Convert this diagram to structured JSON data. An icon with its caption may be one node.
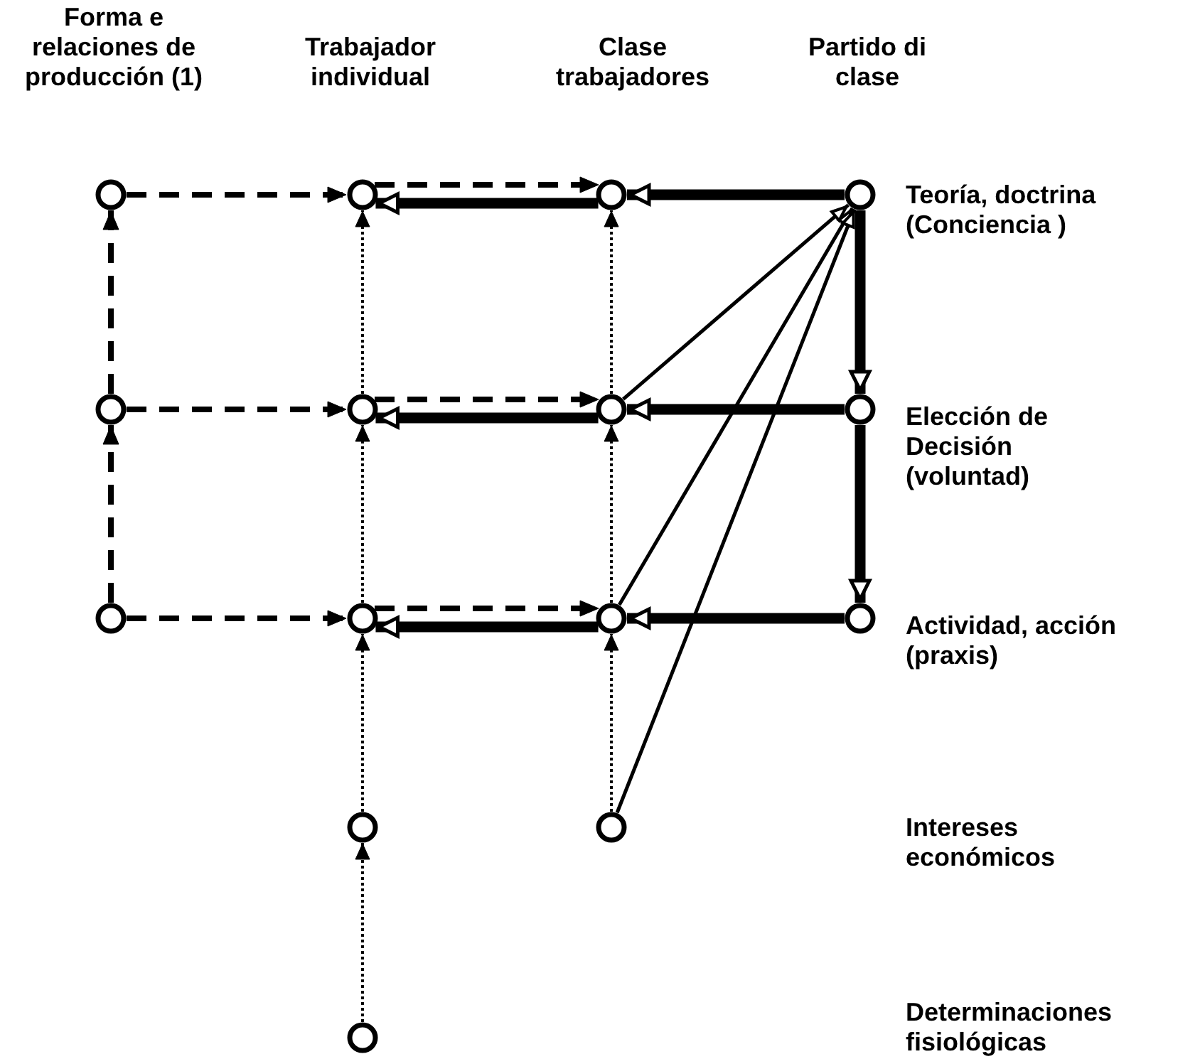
{
  "diagram": {
    "nodes": [
      {
        "text": [],
        "shape": "circle"
      },
      {
        "text": [],
        "shape": "circle"
      },
      {
        "text": [],
        "shape": "circle"
      },
      {
        "text": [],
        "shape": "circle"
      },
      {
        "text": [],
        "shape": "circle"
      },
      {
        "text": [],
        "shape": "circle"
      },
      {
        "text": [],
        "shape": "circle"
      },
      {
        "text": [],
        "shape": "circle"
      },
      {
        "text": [],
        "shape": "circle"
      },
      {
        "text": [],
        "shape": "circle"
      },
      {
        "text": [],
        "shape": "circle"
      },
      {
        "text": [],
        "shape": "circle"
      },
      {
        "text": [],
        "shape": "circle"
      },
      {
        "text": [],
        "shape": "circle"
      },
      {
        "text": [],
        "shape": "circle"
      }
    ],
    "edges": [
      {
        "from": 0,
        "to": 1,
        "arrow": "to",
        "style": "dashed"
      },
      {
        "from": 4,
        "to": 5,
        "arrow": "to",
        "style": "dashed"
      },
      {
        "from": 8,
        "to": 9,
        "arrow": "to",
        "style": "dashed"
      },
      {
        "from": 4,
        "to": 0,
        "arrow": "to",
        "style": "dashed"
      },
      {
        "from": 8,
        "to": 4,
        "arrow": "to",
        "style": "dashed"
      },
      {
        "from": 1,
        "to": 2,
        "arrow": "to",
        "style": "dashed"
      },
      {
        "from": 5,
        "to": 6,
        "arrow": "to",
        "style": "dashed"
      },
      {
        "from": 9,
        "to": 10,
        "arrow": "to",
        "style": "dashed"
      },
      {
        "from": 2,
        "to": 1,
        "arrow": "to",
        "style": "thick"
      },
      {
        "from": 6,
        "to": 5,
        "arrow": "to",
        "style": "thick"
      },
      {
        "from": 10,
        "to": 9,
        "arrow": "to",
        "style": "thick"
      },
      {
        "from": 3,
        "to": 2,
        "arrow": "to",
        "style": "thick"
      },
      {
        "from": 7,
        "to": 6,
        "arrow": "to",
        "style": "thick"
      },
      {
        "from": 11,
        "to": 10,
        "arrow": "to",
        "style": "thick"
      },
      {
        "from": 3,
        "to": 7,
        "arrow": "to",
        "style": "thick"
      },
      {
        "from": 7,
        "to": 11,
        "arrow": "to",
        "style": "thick"
      },
      {
        "from": 5,
        "to": 1,
        "arrow": "to",
        "style": "dashed"
      },
      {
        "from": 9,
        "to": 5,
        "arrow": "to",
        "style": "dashed"
      },
      {
        "from": 12,
        "to": 9,
        "arrow": "to",
        "style": "dashed"
      },
      {
        "from": 14,
        "to": 12,
        "arrow": "to",
        "style": "dashed"
      },
      {
        "from": 6,
        "to": 2,
        "arrow": "to",
        "style": "dashed"
      },
      {
        "from": 10,
        "to": 6,
        "arrow": "to",
        "style": "dashed"
      },
      {
        "from": 13,
        "to": 10,
        "arrow": "to",
        "style": "dashed"
      },
      {
        "from": 6,
        "to": 3,
        "arrow": "to"
      },
      {
        "from": 10,
        "to": 3,
        "arrow": "to"
      },
      {
        "from": 13,
        "to": 3,
        "arrow": "to"
      }
    ],
    "labels": [
      "Forma e relaciones de producción (1)",
      "Trabajador individual",
      "Clase trabajadores",
      "Partido di clase",
      "Teoría, doctrina (Conciencia )",
      "Elección de Decisión (voluntad)",
      "Actividad, acción (praxis)",
      "Intereses económicos",
      "Determinaciones fisiológicas"
    ]
  }
}
